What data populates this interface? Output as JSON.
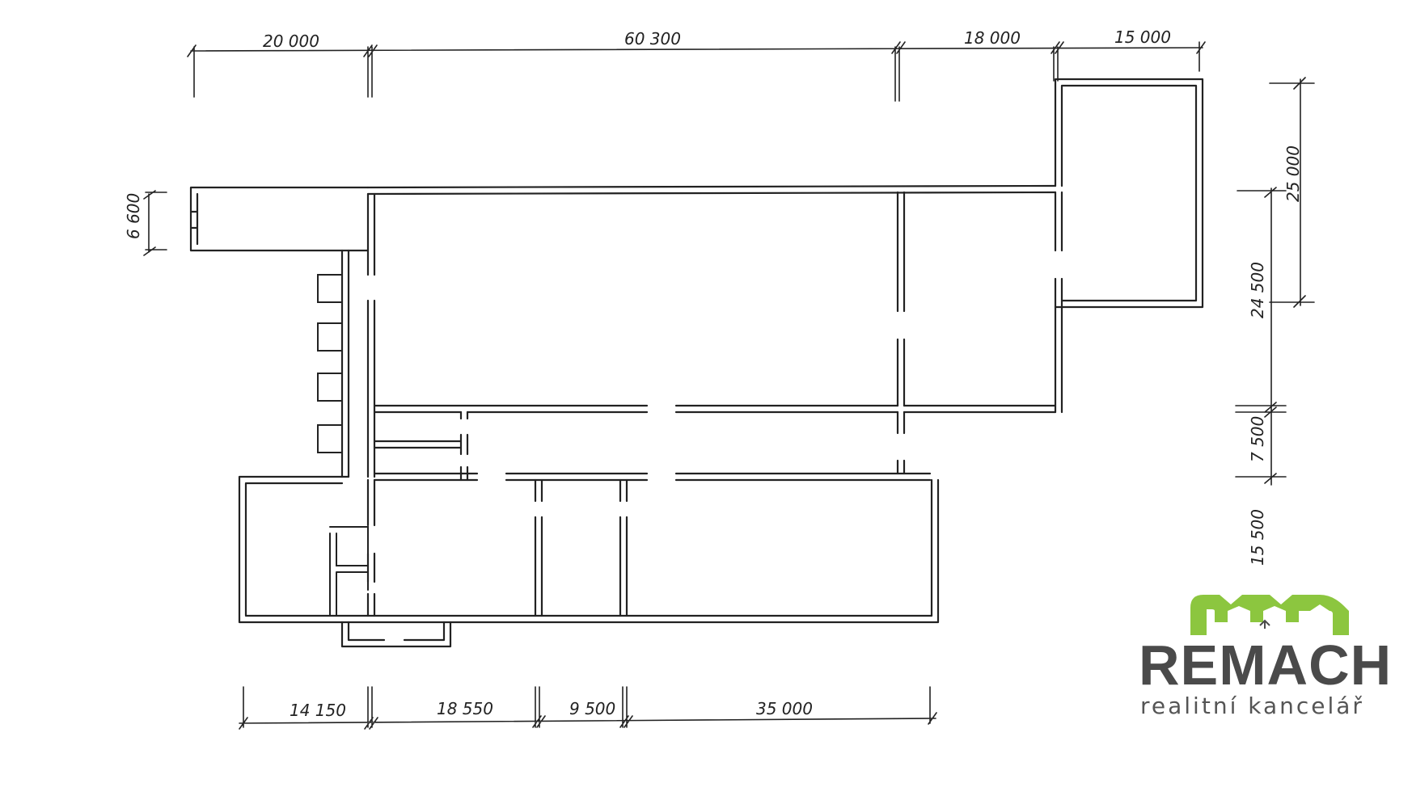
{
  "dimensions": {
    "top": [
      "20 000",
      "60 300",
      "18 000",
      "15 000"
    ],
    "bottom": [
      "14 150",
      "18 550",
      "9 500",
      "35 000"
    ],
    "left": [
      "6 600"
    ],
    "right_outer": [
      "25 000"
    ],
    "right_inner": [
      "24 500",
      "7 500",
      "15 500"
    ]
  },
  "brand": {
    "name": "REMACH",
    "tagline": "realitní kancelář",
    "colors": {
      "green": "#8cc63f",
      "gray": "#4a4a4a"
    }
  }
}
